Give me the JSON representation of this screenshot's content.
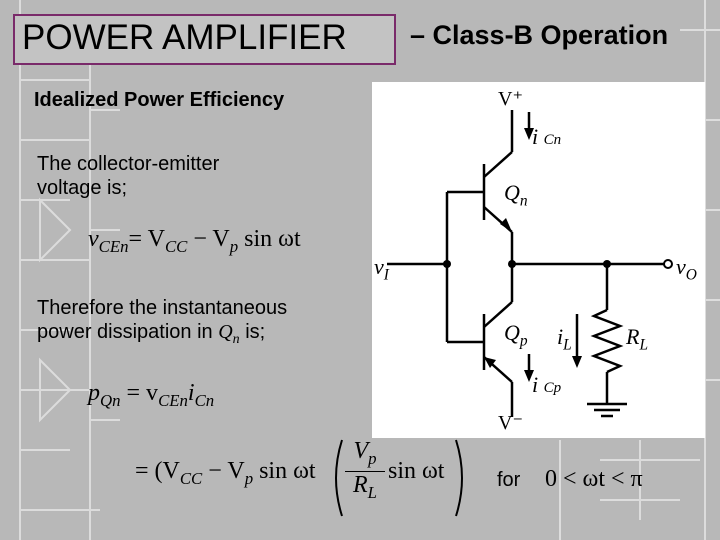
{
  "title": {
    "main": "POWER AMPLIFIER",
    "subtitle": "– Class-B Operation"
  },
  "heading": "Idealized Power Efficiency",
  "text": {
    "line1": "The collector-emitter",
    "line2": "voltage is;",
    "line3": "Therefore the instantaneous",
    "line4_prefix": "power dissipation in ",
    "line4_var": "Q",
    "line4_sub": "n",
    "line4_suffix": " is;",
    "for": "for"
  },
  "equations": {
    "vce_lhs": "v",
    "vce_lhs_sub": "CEn",
    "vce_rhs": "= V",
    "vce_vcc_sub": "CC",
    "vce_minus": " − V",
    "vce_vp_sub": "p",
    "vce_sin": " sin ωt",
    "p_lhs": "p",
    "p_lhs_sub": "Qn",
    "p_eq": " = v",
    "p_v_sub": "CEn",
    "p_i": "i",
    "p_i_sub": "Cn",
    "big_eq": "= (V",
    "big_vcc_sub": "CC",
    "big_mid": " − V",
    "big_vp_sub": "p",
    "big_sin": " sin ωt",
    "frac_num": "V",
    "frac_num_sub": "p",
    "frac_den": "R",
    "frac_den_sub": "L",
    "big_tail": "sin ωt",
    "range": "0 < ωt < π"
  },
  "circuit": {
    "vplus": "V⁺",
    "vminus": "V⁻",
    "icn": "i",
    "icn_sub": "Cn",
    "icp": "i",
    "icp_sub": "Cp",
    "qn": "Q",
    "qn_sub": "n",
    "qp": "Q",
    "qp_sub": "p",
    "vi": "v",
    "vi_sub": "I",
    "vo": "v",
    "vo_sub": "O",
    "il": "i",
    "il_sub": "L",
    "rl": "R",
    "rl_sub": "L"
  }
}
